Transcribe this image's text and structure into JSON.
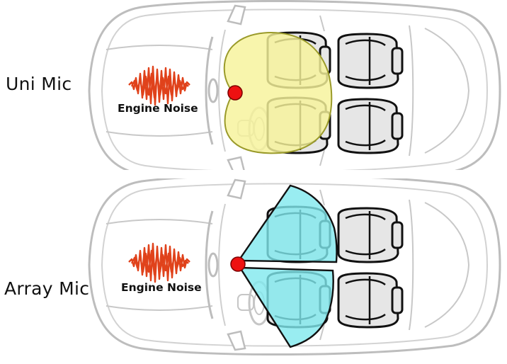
{
  "panels": [
    {
      "row_label": "Uni Mic",
      "noise_label": "Engine Noise",
      "pickup_pattern": "cardioid",
      "pattern_color": "#f6f39a",
      "mic_color": "#ee1111"
    },
    {
      "row_label": "Array Mic",
      "noise_label": "Engine Noise",
      "pickup_pattern": "dual-beam",
      "pattern_color": "#7fe9ee",
      "mic_color": "#ee1111"
    }
  ],
  "icons": {
    "noise": "sound-wave-icon",
    "microphone": "microphone-dot-icon",
    "car": "car-top-view-icon"
  }
}
